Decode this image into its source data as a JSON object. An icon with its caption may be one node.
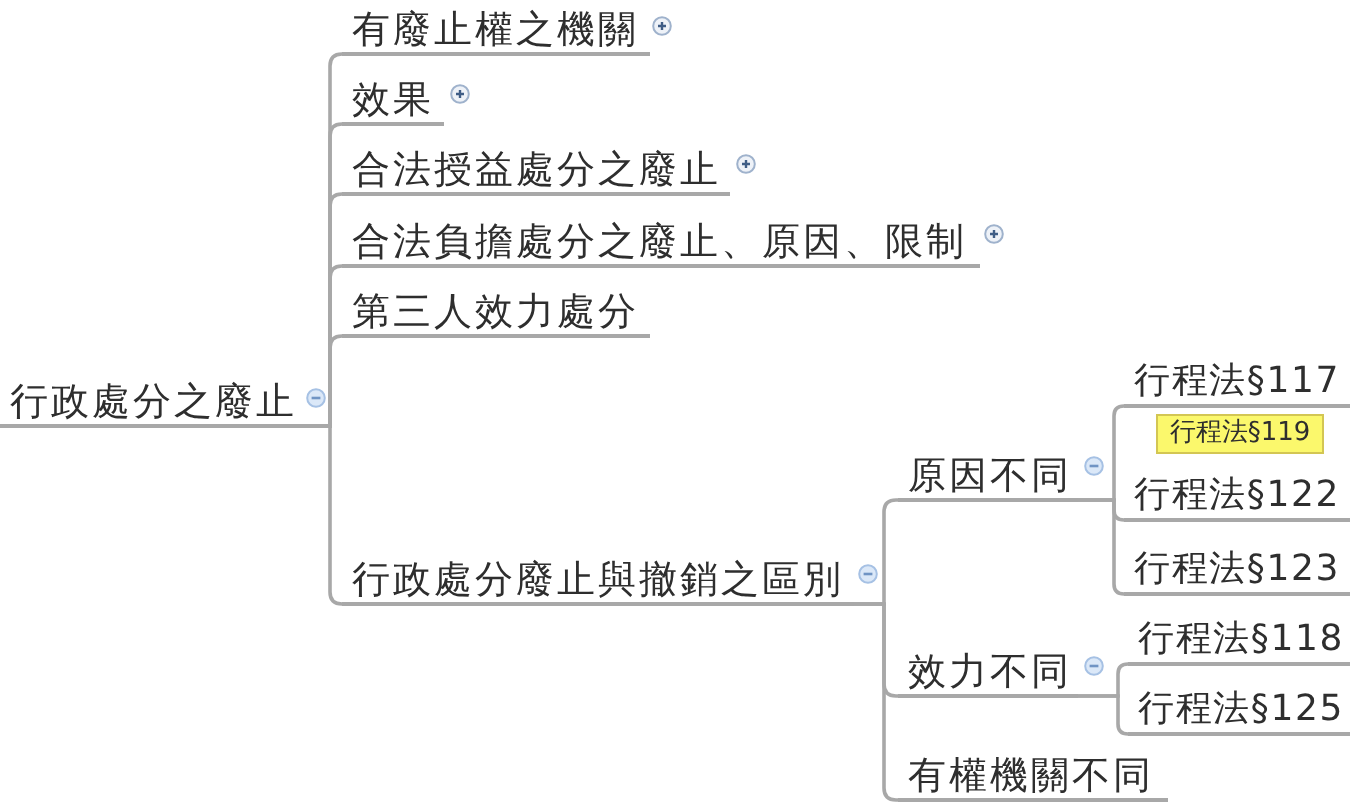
{
  "diagram": {
    "nodes": [
      {
        "text": [
          "行政處分之廢止"
        ]
      },
      {
        "text": [
          "有廢止權之機關"
        ]
      },
      {
        "text": [
          "效果"
        ]
      },
      {
        "text": [
          "合法授益處分之廢止"
        ]
      },
      {
        "text": [
          "合法負擔處分之廢止、原因、限制"
        ]
      },
      {
        "text": [
          "第三人效力處分"
        ]
      },
      {
        "text": [
          "行政處分廢止與撤銷之區別"
        ]
      },
      {
        "text": [
          "原因不同"
        ]
      },
      {
        "text": [
          "行程法§117"
        ]
      },
      {
        "text": [
          "行程法§119"
        ]
      },
      {
        "text": [
          "行程法§122"
        ]
      },
      {
        "text": [
          "行程法§123"
        ]
      },
      {
        "text": [
          "效力不同"
        ]
      },
      {
        "text": [
          "行程法§118"
        ]
      },
      {
        "text": [
          "行程法§125"
        ]
      },
      {
        "text": [
          "有權機關不同"
        ]
      }
    ],
    "edges": [
      {
        "from": 0,
        "to": 1,
        "arrow": "none"
      },
      {
        "from": 0,
        "to": 2,
        "arrow": "none"
      },
      {
        "from": 0,
        "to": 3,
        "arrow": "none"
      },
      {
        "from": 0,
        "to": 4,
        "arrow": "none"
      },
      {
        "from": 0,
        "to": 5,
        "arrow": "none"
      },
      {
        "from": 0,
        "to": 6,
        "arrow": "none"
      },
      {
        "from": 6,
        "to": 7,
        "arrow": "none"
      },
      {
        "from": 6,
        "to": 12,
        "arrow": "none"
      },
      {
        "from": 6,
        "to": 15,
        "arrow": "none"
      },
      {
        "from": 7,
        "to": 8,
        "arrow": "none"
      },
      {
        "from": 7,
        "to": 10,
        "arrow": "none"
      },
      {
        "from": 7,
        "to": 11,
        "arrow": "none"
      },
      {
        "from": 12,
        "to": 13,
        "arrow": "none"
      },
      {
        "from": 12,
        "to": 14,
        "arrow": "none"
      }
    ]
  }
}
